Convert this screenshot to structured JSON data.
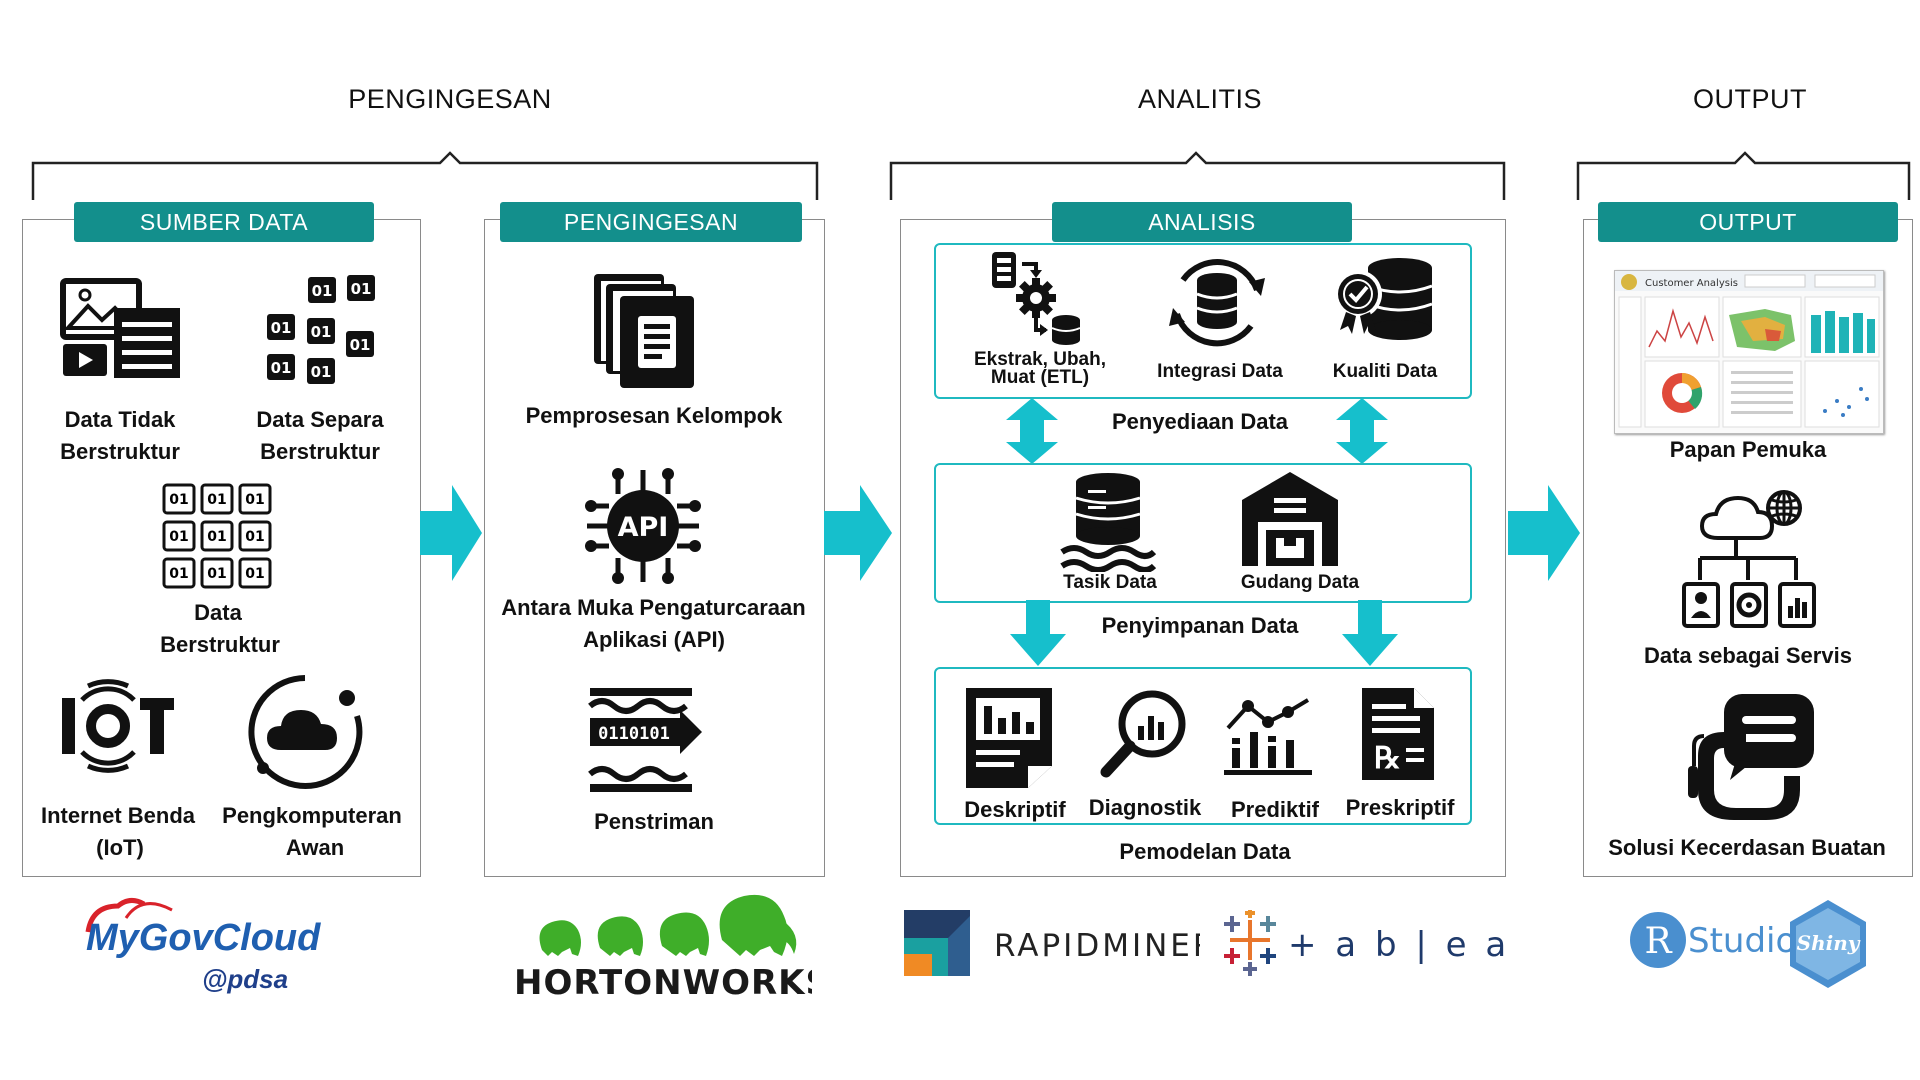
{
  "stages": {
    "ingest": "PENGINGESAN",
    "analytics": "ANALITIS",
    "output": "OUTPUT"
  },
  "sumber": {
    "header": "SUMBER DATA",
    "unstructured": [
      "Data Tidak",
      "Berstruktur"
    ],
    "semi": [
      "Data Separa",
      "Berstruktur"
    ],
    "structured": [
      "Data",
      "Berstruktur"
    ],
    "iot": [
      "Internet Benda",
      "(IoT)"
    ],
    "cloud": [
      "Pengkomputeran",
      "Awan"
    ],
    "binary": "01"
  },
  "pengingesan": {
    "header": "PENGINGESAN",
    "batch": "Pemprosesan Kelompok",
    "api": [
      "Antara Muka Pengaturcaraan",
      "Aplikasi (API)"
    ],
    "api_chip": "API",
    "stream_bits": "0110101",
    "streaming": "Penstriman"
  },
  "analisis": {
    "header": "ANALISIS",
    "etl": [
      "Ekstrak, Ubah,",
      "Muat (ETL)"
    ],
    "integration": "Integrasi Data",
    "quality": "Kualiti Data",
    "prep_title": "Penyediaan Data",
    "lake": "Tasik Data",
    "warehouse": "Gudang Data",
    "storage_title": "Penyimpanan Data",
    "descriptive": "Deskriptif",
    "diagnostic": "Diagnostik",
    "predictive": "Prediktif",
    "prescriptive": "Preskriptif",
    "modelling_title": "Pemodelan Data"
  },
  "output": {
    "header": "OUTPUT",
    "dashboard_title": "Customer Analysis",
    "dashboard": "Papan Pemuka",
    "daas": "Data sebagai Servis",
    "ai": "Solusi Kecerdasan Buatan"
  },
  "logos": {
    "mygov_1": "MyGovCloud",
    "mygov_2": "@pdsa",
    "hortonworks": "HORTONWORKS",
    "rapidminer": "RAPIDMINER",
    "tableau": "+ a b | e a u",
    "rstudio_r": "R",
    "rstudio": "Studio",
    "shiny": "Shiny"
  },
  "colors": {
    "teal_header": "#138f8c",
    "cyan_arrow": "#16bfcc",
    "cyan_border": "#1fb9c0",
    "mygov_blue": "#1f5fb0",
    "hortonworks_green": "#3fae29"
  }
}
